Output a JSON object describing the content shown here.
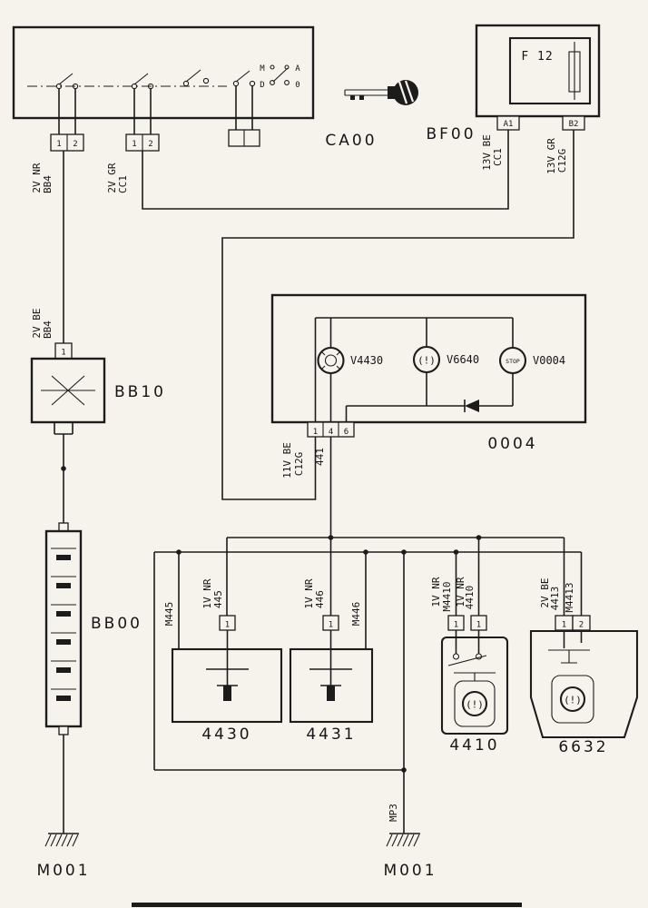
{
  "ca00": {
    "label": "CA00",
    "positions": {
      "m": "M",
      "a": "A",
      "d": "D",
      "zero": "0"
    }
  },
  "icons": {
    "key": "ignition-key",
    "ground": "chassis-ground",
    "diode": "diode-left"
  },
  "bf00": {
    "label": "BF00",
    "fuse": "F 12",
    "pins": [
      "A1",
      "B2"
    ]
  },
  "unit0004": {
    "label": "0004",
    "pins": [
      "1",
      "4",
      "6"
    ],
    "lamps": [
      {
        "ref": "V4430",
        "glyph": ""
      },
      {
        "ref": "V6640",
        "glyph": "(!)"
      },
      {
        "ref": "V0004",
        "glyph": "STOP"
      }
    ]
  },
  "bb10": {
    "label": "BB10",
    "pin": "1"
  },
  "bb00": {
    "label": "BB00"
  },
  "sensors": {
    "s4430": {
      "label": "4430",
      "pin": "1"
    },
    "s4431": {
      "label": "4431",
      "pin": "1"
    },
    "s4410": {
      "label": "4410",
      "pins": [
        "1",
        "1"
      ],
      "glyph": "(!)"
    },
    "s6632": {
      "label": "6632",
      "pins": [
        "1",
        "2"
      ],
      "glyph": "(!)"
    }
  },
  "connectors": {
    "c1": [
      "1",
      "2"
    ],
    "c2": [
      "1",
      "2"
    ]
  },
  "wire_labels": {
    "nr2v": {
      "size": "2V NR",
      "code": "BB4"
    },
    "gr2v": {
      "size": "2V GR",
      "code": "CC1"
    },
    "be13v": {
      "size": "13V BE",
      "code": "CC1"
    },
    "gr13v": {
      "size": "13V GR",
      "code": "C12G"
    },
    "be11v": {
      "size": "11V BE",
      "code": "C12G"
    },
    "w441": "441",
    "be2v": {
      "size": "2V BE",
      "code": "BB4"
    },
    "w445": {
      "size": "1V NR",
      "code": "445"
    },
    "m445": "M445",
    "w446": {
      "size": "1V NR",
      "code": "446"
    },
    "m446": "M446",
    "m4410": {
      "size": "1V NR",
      "code": "M4410"
    },
    "w4410": {
      "size": "1V NR",
      "code": "4410"
    },
    "w4413": {
      "size": "2V BE",
      "code": "4413"
    },
    "m4413": "M4413",
    "mp3": "MP3"
  },
  "grounds": {
    "left": "M001",
    "center": "M001"
  }
}
